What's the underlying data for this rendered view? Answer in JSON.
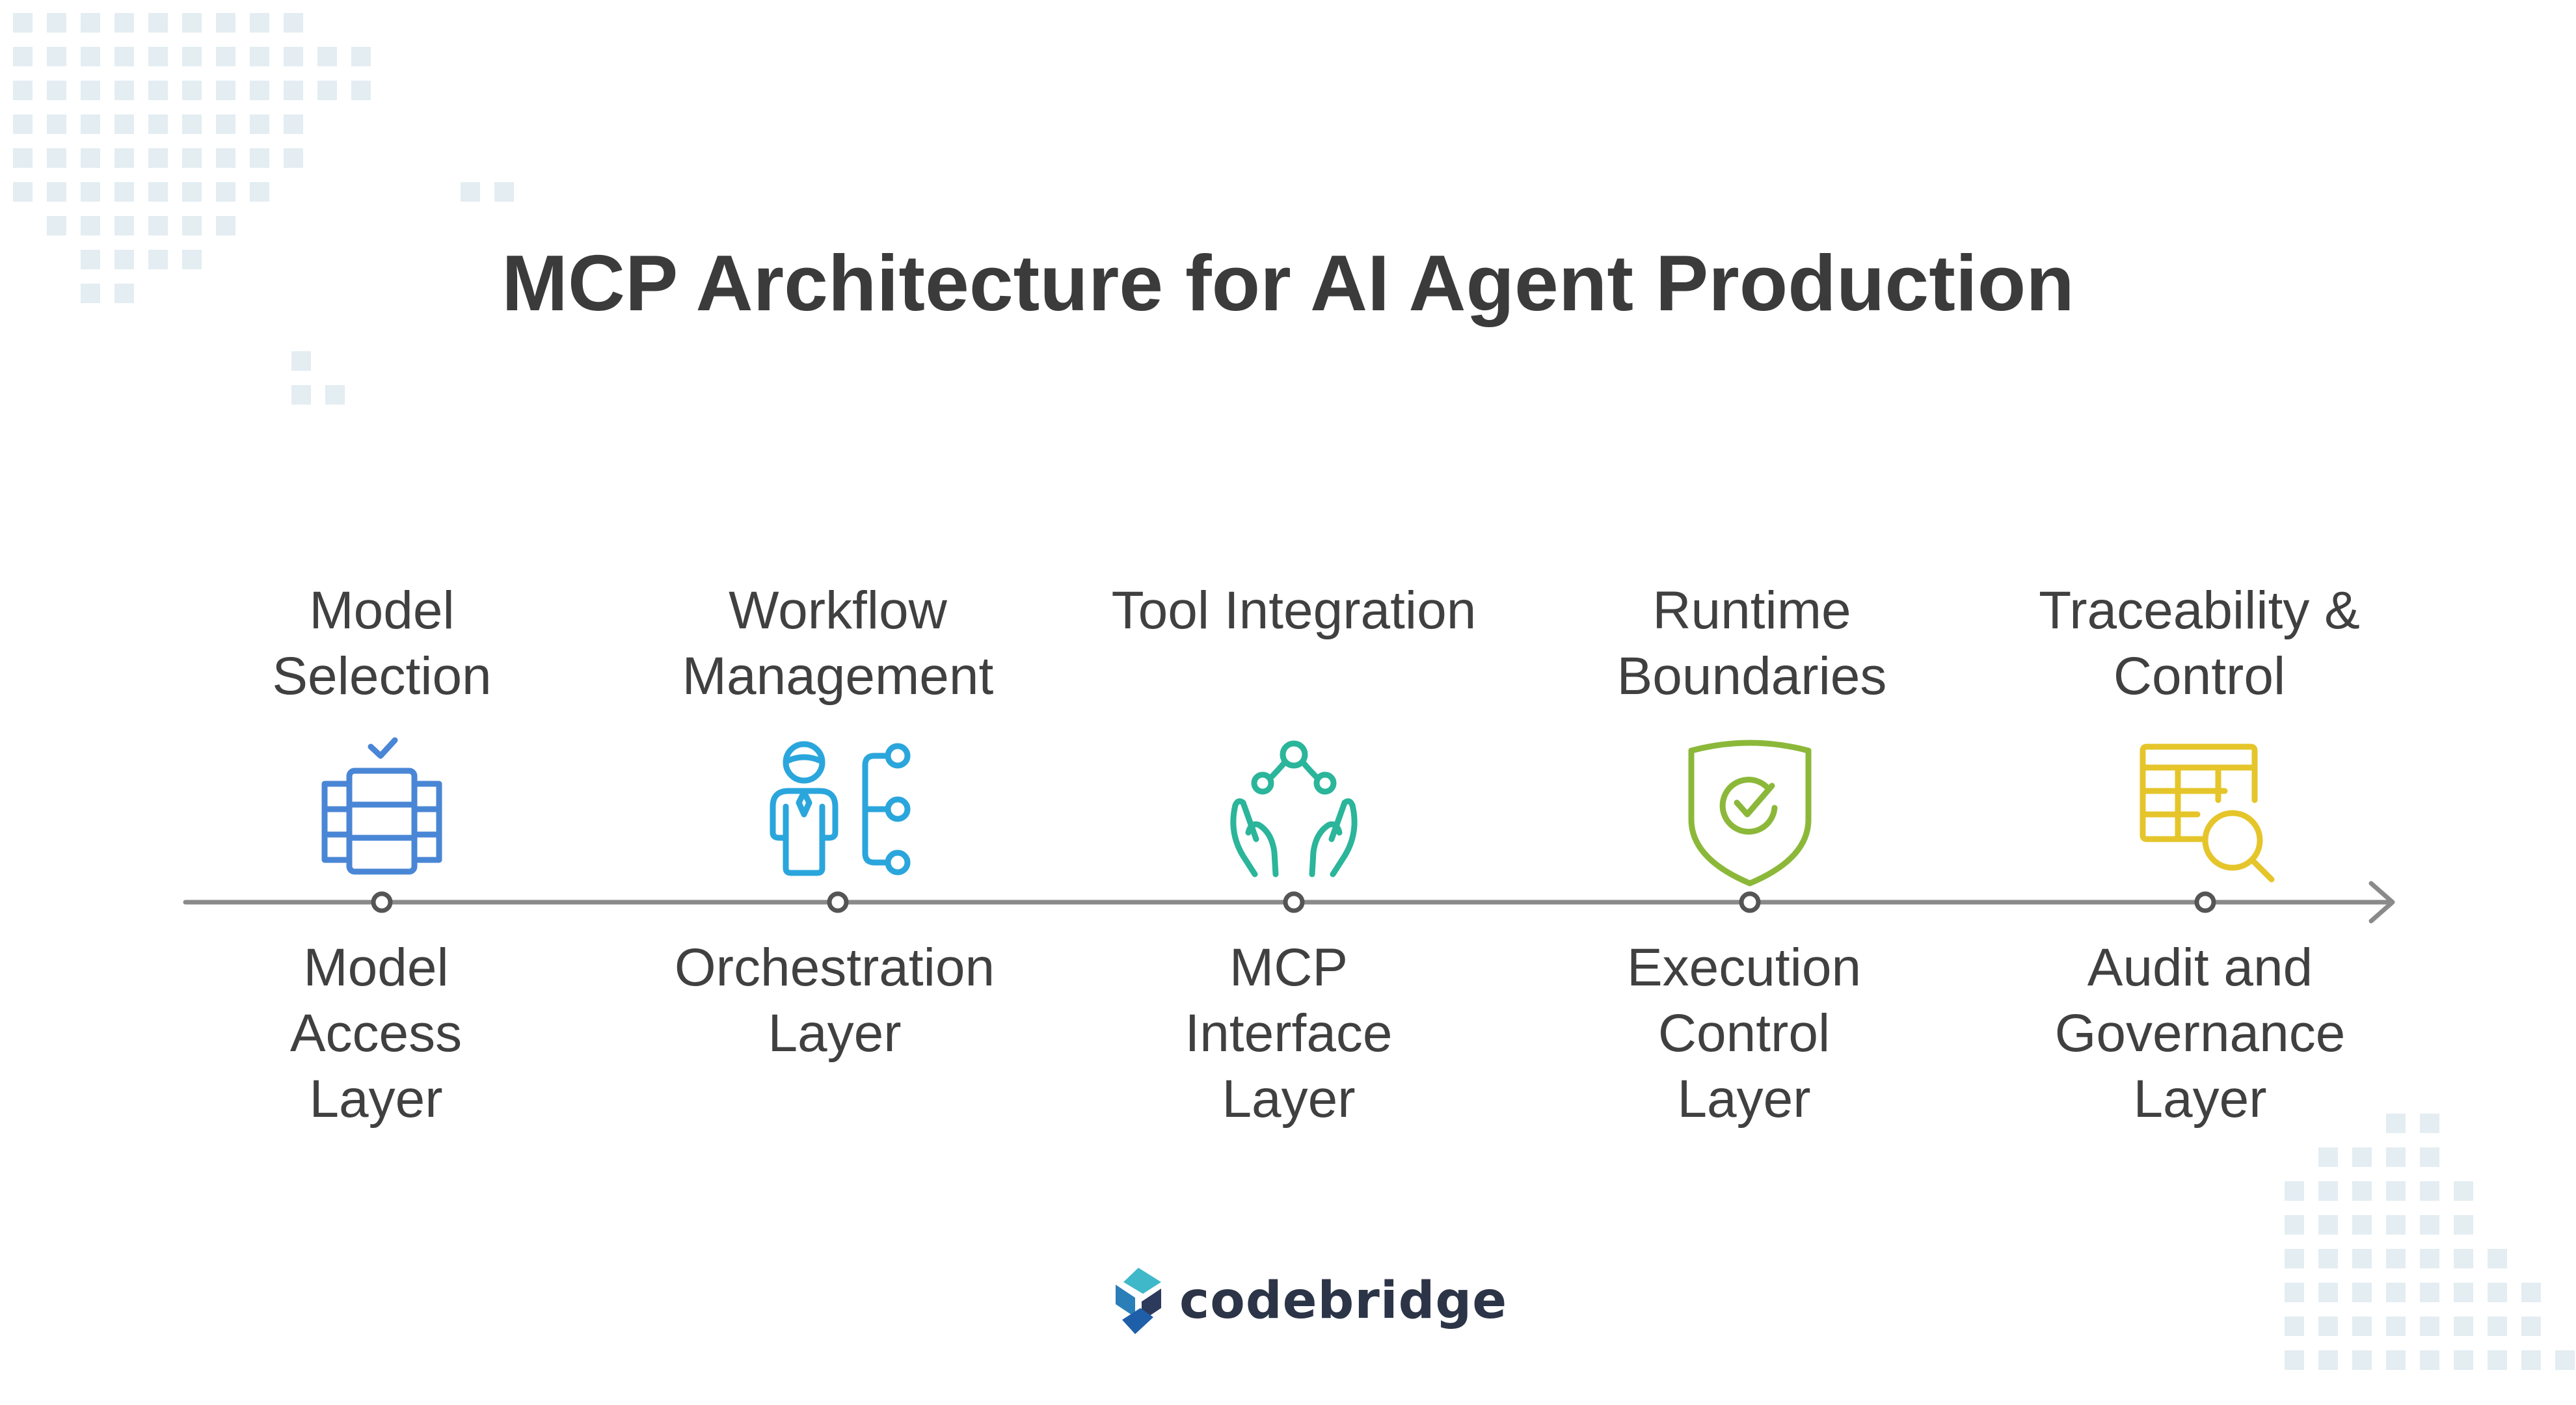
{
  "title": "MCP Architecture for AI Agent Production",
  "colors": {
    "axis": "#8a8a8a",
    "dots": "#e1ecf2",
    "model": "#4a86d6",
    "orchestration": "#2aa6dc",
    "mcp": "#2bb59a",
    "execution": "#8cb83a",
    "audit": "#e5c52a"
  },
  "steps": [
    {
      "top_lines": [
        "Model",
        "Selection"
      ],
      "bottom_lines": [
        "Model",
        "Access",
        "Layer"
      ],
      "icon": "server-rack-check-icon"
    },
    {
      "top_lines": [
        "Workflow",
        "Management"
      ],
      "bottom_lines": [
        "Orchestration",
        "Layer"
      ],
      "icon": "person-workflow-icon"
    },
    {
      "top_lines": [
        "Tool Integration"
      ],
      "bottom_lines": [
        "MCP",
        "Interface",
        "Layer"
      ],
      "icon": "hands-network-icon"
    },
    {
      "top_lines": [
        "Runtime",
        "Boundaries"
      ],
      "bottom_lines": [
        "Execution",
        "Control",
        "Layer"
      ],
      "icon": "shield-check-icon"
    },
    {
      "top_lines": [
        "Traceability &",
        "Control"
      ],
      "bottom_lines": [
        "Audit and",
        "Governance",
        "Layer"
      ],
      "icon": "table-search-icon"
    }
  ],
  "brand": {
    "name": "codebridge",
    "icon": "codebridge-logo-icon"
  }
}
